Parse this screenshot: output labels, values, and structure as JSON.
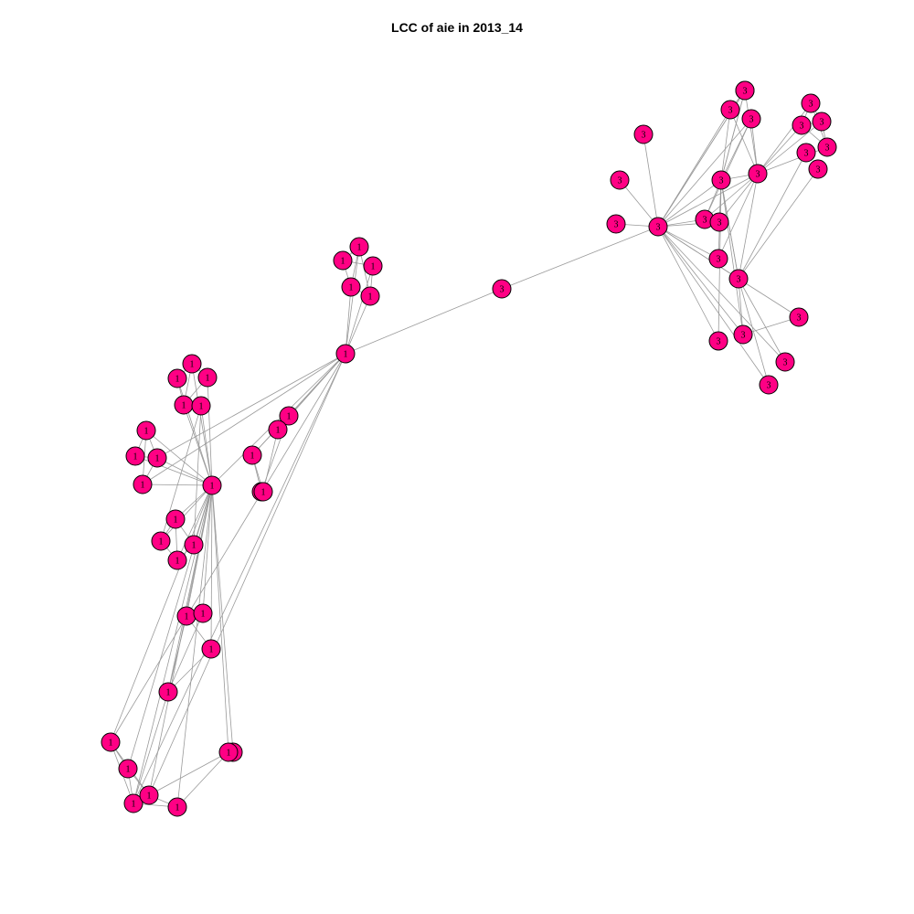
{
  "title": "LCC of aie in 2013_14",
  "colors": {
    "node_fill": "#ff0084",
    "node_stroke": "#000000",
    "edge": "#9a9a9a"
  },
  "nodes": [
    {
      "id": "h1",
      "label": "1"
    },
    {
      "id": "b1",
      "label": "1"
    },
    {
      "id": "b2",
      "label": "1"
    },
    {
      "id": "b3",
      "label": "1"
    },
    {
      "id": "b4",
      "label": "1"
    },
    {
      "id": "b5",
      "label": "1"
    },
    {
      "id": "c1",
      "label": "1"
    },
    {
      "id": "c2",
      "label": "1"
    },
    {
      "id": "c3",
      "label": "1"
    },
    {
      "id": "c4",
      "label": "1"
    },
    {
      "id": "c5",
      "label": "1"
    },
    {
      "id": "d1",
      "label": "1"
    },
    {
      "id": "d2",
      "label": "1"
    },
    {
      "id": "d3",
      "label": "1"
    },
    {
      "id": "d4",
      "label": "1"
    },
    {
      "id": "e1",
      "label": "1"
    },
    {
      "id": "e2",
      "label": "1"
    },
    {
      "id": "e3",
      "label": "1"
    },
    {
      "id": "e4",
      "label": "1"
    },
    {
      "id": "f1",
      "label": "1"
    },
    {
      "id": "f2",
      "label": "1"
    },
    {
      "id": "f3",
      "label": "1"
    },
    {
      "id": "f4",
      "label": "1"
    },
    {
      "id": "f5",
      "label": "1"
    },
    {
      "id": "g1",
      "label": "1"
    },
    {
      "id": "g2",
      "label": "1"
    },
    {
      "id": "g3",
      "label": "1"
    },
    {
      "id": "g4",
      "label": "1"
    },
    {
      "id": "g5",
      "label": "1"
    },
    {
      "id": "i1",
      "label": "1"
    },
    {
      "id": "i2",
      "label": "1"
    },
    {
      "id": "i3",
      "label": "1"
    },
    {
      "id": "i4",
      "label": "1"
    },
    {
      "id": "i5",
      "label": "1"
    },
    {
      "id": "i6",
      "label": "1"
    },
    {
      "id": "i7",
      "label": "1"
    },
    {
      "id": "m1",
      "label": "3"
    },
    {
      "id": "r1",
      "label": "3"
    },
    {
      "id": "r2",
      "label": "3"
    },
    {
      "id": "r3",
      "label": "3"
    },
    {
      "id": "r4",
      "label": "3"
    },
    {
      "id": "s1",
      "label": "3"
    },
    {
      "id": "s2",
      "label": "3"
    },
    {
      "id": "s3",
      "label": "3"
    },
    {
      "id": "s4",
      "label": "3"
    },
    {
      "id": "s5",
      "label": "3"
    },
    {
      "id": "s6",
      "label": "3"
    },
    {
      "id": "t1",
      "label": "3"
    },
    {
      "id": "t2",
      "label": "3"
    },
    {
      "id": "t3",
      "label": "3"
    },
    {
      "id": "t4",
      "label": "3"
    },
    {
      "id": "t5",
      "label": "3"
    },
    {
      "id": "t6",
      "label": "3"
    },
    {
      "id": "t7",
      "label": "3"
    },
    {
      "id": "t8",
      "label": "3"
    },
    {
      "id": "u1",
      "label": "3"
    },
    {
      "id": "u2",
      "label": "3"
    },
    {
      "id": "u3",
      "label": "3"
    },
    {
      "id": "u4",
      "label": "3"
    },
    {
      "id": "u5",
      "label": "3"
    },
    {
      "id": "u6",
      "label": "3"
    },
    {
      "id": "u7",
      "label": "3"
    }
  ],
  "edges": [
    [
      "b1",
      "b2"
    ],
    [
      "b1",
      "b3"
    ],
    [
      "b1",
      "b4"
    ],
    [
      "b2",
      "b5"
    ],
    [
      "b3",
      "b5"
    ],
    [
      "b4",
      "b5"
    ],
    [
      "b2",
      "b4"
    ],
    [
      "h1",
      "b2"
    ],
    [
      "h1",
      "b3"
    ],
    [
      "h1",
      "b4"
    ],
    [
      "h1",
      "b5"
    ],
    [
      "h1",
      "c1"
    ],
    [
      "h1",
      "c2"
    ],
    [
      "h1",
      "c3"
    ],
    [
      "h1",
      "m1"
    ],
    [
      "h1",
      "e3"
    ],
    [
      "h1",
      "e4"
    ],
    [
      "h1",
      "i1"
    ],
    [
      "c1",
      "c2"
    ],
    [
      "c1",
      "c3"
    ],
    [
      "c2",
      "c5"
    ],
    [
      "c3",
      "c4"
    ],
    [
      "c3",
      "c5"
    ],
    [
      "c4",
      "c5"
    ],
    [
      "c1",
      "c4"
    ],
    [
      "d1",
      "d2"
    ],
    [
      "d1",
      "d3"
    ],
    [
      "d2",
      "d4"
    ],
    [
      "d3",
      "d4"
    ],
    [
      "d1",
      "d4"
    ],
    [
      "i1",
      "d1"
    ],
    [
      "i1",
      "d2"
    ],
    [
      "i1",
      "d3"
    ],
    [
      "i1",
      "d4"
    ],
    [
      "i1",
      "e1"
    ],
    [
      "i1",
      "e2"
    ],
    [
      "i1",
      "e3"
    ],
    [
      "i1",
      "e4"
    ],
    [
      "i1",
      "f1"
    ],
    [
      "i1",
      "f2"
    ],
    [
      "i1",
      "f3"
    ],
    [
      "i1",
      "f4"
    ],
    [
      "i1",
      "f5"
    ],
    [
      "i1",
      "g1"
    ],
    [
      "i1",
      "g2"
    ],
    [
      "i1",
      "g3"
    ],
    [
      "i1",
      "g4"
    ],
    [
      "i1",
      "g5"
    ],
    [
      "i1",
      "i2"
    ],
    [
      "i1",
      "i3"
    ],
    [
      "i1",
      "i4"
    ],
    [
      "i1",
      "i5"
    ],
    [
      "i1",
      "i6"
    ],
    [
      "i1",
      "i7"
    ],
    [
      "e1",
      "e2"
    ],
    [
      "e2",
      "e3"
    ],
    [
      "e3",
      "e4"
    ],
    [
      "e1",
      "e4"
    ],
    [
      "e1",
      "e3"
    ],
    [
      "f1",
      "f2"
    ],
    [
      "f1",
      "f3"
    ],
    [
      "f2",
      "f4"
    ],
    [
      "f3",
      "f4"
    ],
    [
      "f1",
      "f4"
    ],
    [
      "f2",
      "f5"
    ],
    [
      "f3",
      "f5"
    ],
    [
      "g1",
      "g2"
    ],
    [
      "g1",
      "g3"
    ],
    [
      "g2",
      "g4"
    ],
    [
      "g3",
      "g4"
    ],
    [
      "g1",
      "g4"
    ],
    [
      "i2",
      "i3"
    ],
    [
      "i2",
      "i4"
    ],
    [
      "i3",
      "i4"
    ],
    [
      "i2",
      "i5"
    ],
    [
      "i3",
      "i5"
    ],
    [
      "i5",
      "i6"
    ],
    [
      "i5",
      "i7"
    ],
    [
      "i5",
      "h1"
    ],
    [
      "i4",
      "i6"
    ],
    [
      "i7",
      "i6"
    ],
    [
      "i4",
      "g4"
    ],
    [
      "i4",
      "h1"
    ],
    [
      "i2",
      "h1"
    ],
    [
      "m1",
      "r1"
    ],
    [
      "r1",
      "r2"
    ],
    [
      "r1",
      "r3"
    ],
    [
      "r1",
      "r4"
    ],
    [
      "r1",
      "s1"
    ],
    [
      "r1",
      "s2"
    ],
    [
      "r1",
      "s3"
    ],
    [
      "r1",
      "s4"
    ],
    [
      "r1",
      "s5"
    ],
    [
      "r1",
      "s6"
    ],
    [
      "r1",
      "t1"
    ],
    [
      "r1",
      "t2"
    ],
    [
      "r1",
      "t3"
    ],
    [
      "r1",
      "t4"
    ],
    [
      "r1",
      "u1"
    ],
    [
      "r1",
      "u2"
    ],
    [
      "r1",
      "u4"
    ],
    [
      "r1",
      "u5"
    ],
    [
      "s1",
      "s2"
    ],
    [
      "s1",
      "s3"
    ],
    [
      "s1",
      "s4"
    ],
    [
      "s1",
      "s5"
    ],
    [
      "s1",
      "s6"
    ],
    [
      "s1",
      "t1"
    ],
    [
      "s1",
      "t2"
    ],
    [
      "s1",
      "t3"
    ],
    [
      "s1",
      "t4"
    ],
    [
      "s1",
      "u1"
    ],
    [
      "s1",
      "u2"
    ],
    [
      "s2",
      "t5"
    ],
    [
      "s2",
      "t6"
    ],
    [
      "s2",
      "t7"
    ],
    [
      "s2",
      "t8"
    ],
    [
      "s2",
      "s3"
    ],
    [
      "s2",
      "s4"
    ],
    [
      "s2",
      "u2"
    ],
    [
      "s3",
      "s4"
    ],
    [
      "s5",
      "s6"
    ],
    [
      "s5",
      "s2"
    ],
    [
      "s6",
      "s2"
    ],
    [
      "s2",
      "t2"
    ],
    [
      "s2",
      "t1"
    ],
    [
      "t5",
      "t6"
    ],
    [
      "t5",
      "t7"
    ],
    [
      "t6",
      "t8"
    ],
    [
      "t7",
      "t8"
    ],
    [
      "t5",
      "t8"
    ],
    [
      "t6",
      "t7"
    ],
    [
      "u1",
      "u2"
    ],
    [
      "u2",
      "u3"
    ],
    [
      "u2",
      "u4"
    ],
    [
      "u2",
      "u5"
    ],
    [
      "u2",
      "u6"
    ],
    [
      "u2",
      "u7"
    ],
    [
      "u1",
      "u3"
    ],
    [
      "s1",
      "u2"
    ],
    [
      "u2",
      "r1"
    ]
  ]
}
